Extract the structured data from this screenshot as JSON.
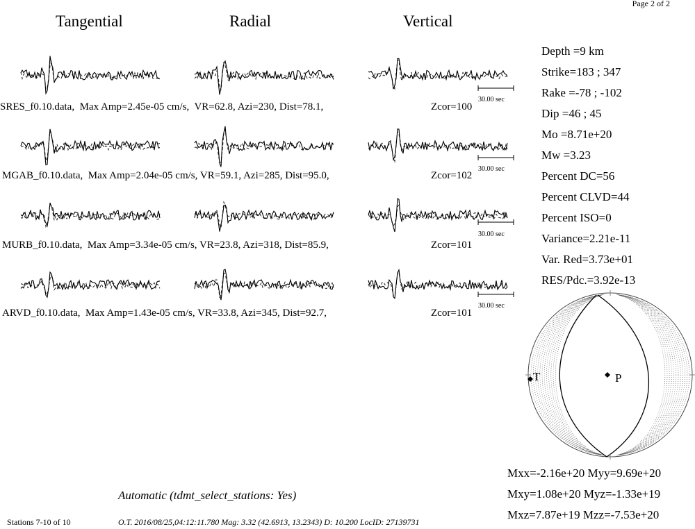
{
  "page_label": "Page 2 of 2",
  "columns": [
    "Tangential",
    "Radial",
    "Vertical"
  ],
  "scale_bar_label": "30.00 sec",
  "stations": [
    {
      "name": "SRES_f0.10.data,",
      "amp": "Max Amp=2.45e-05 cm/s,",
      "vr": "VR=62.8,",
      "azi": "Azi=230,",
      "dist": "Dist=78.1,",
      "zcor": "Zcor=100"
    },
    {
      "name": "MGAB_f0.10.data,",
      "amp": "Max Amp=2.04e-05 cm/s,",
      "vr": "VR=59.1,",
      "azi": "Azi=285,",
      "dist": "Dist=95.0,",
      "zcor": "Zcor=102"
    },
    {
      "name": "MURB_f0.10.data,",
      "amp": "Max Amp=3.34e-05 cm/s,",
      "vr": "VR=23.8,",
      "azi": "Azi=318,",
      "dist": "Dist=85.9,",
      "zcor": "Zcor=101"
    },
    {
      "name": "ARVD_f0.10.data,",
      "amp": "Max Amp=1.43e-05 cm/s,",
      "vr": "VR=33.8,",
      "azi": "Azi=345,",
      "dist": "Dist=92.7,",
      "zcor": "Zcor=101"
    }
  ],
  "solution": [
    "Depth =9 km",
    "Strike=183 ; 347",
    "Rake  =-78 ; -102",
    "Dip   =46 ; 45",
    "Mo    =8.71e+20",
    "Mw    =3.23",
    "Percent DC=56",
    "Percent CLVD=44",
    "Percent ISO=0",
    "Variance=2.21e-11",
    "Var. Red=3.73e+01",
    "RES/Pdc.=3.92e-13"
  ],
  "beachball": {
    "t_label": "T",
    "p_label": "P"
  },
  "moment_tensor": [
    "Mxx=-2.16e+20 Myy=9.69e+20",
    "Mxy=1.08e+20 Myz=-1.33e+19",
    "Mxz=7.87e+19 Mzz=-7.53e+20"
  ],
  "automatic_note": "Automatic (tdmt_select_stations: Yes)",
  "footer": {
    "stations": "Stations 7-10 of 10",
    "origin": "O.T. 2016/08/25,04:12:11.780  Mag: 3.32  (42.6913, 13.2343)  D: 10.200  LocID: 27139731"
  }
}
